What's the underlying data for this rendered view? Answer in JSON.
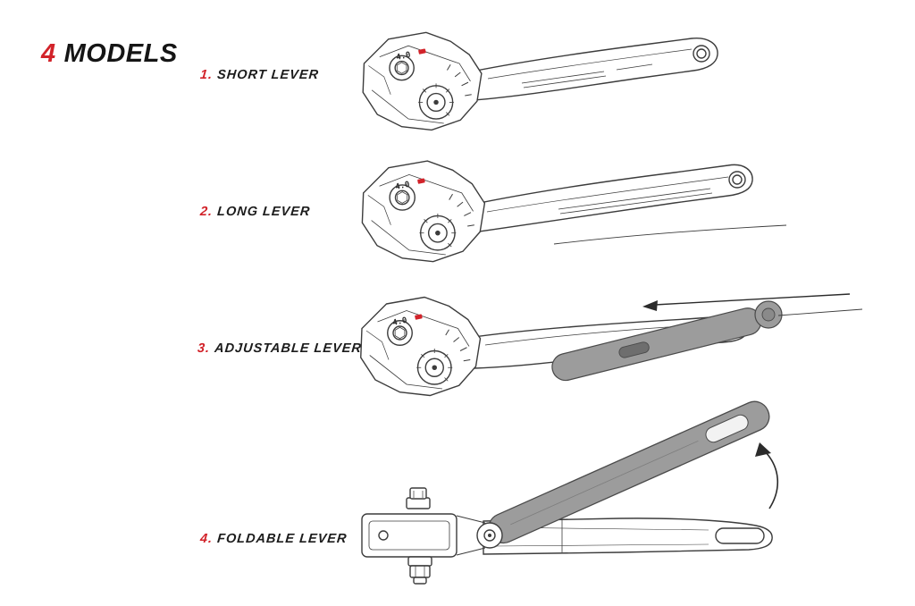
{
  "title": {
    "number": "4",
    "text": "MODELS"
  },
  "models": [
    {
      "number": "1.",
      "label": "SHORT LEVER"
    },
    {
      "number": "2.",
      "label": "LONG LEVER"
    },
    {
      "number": "3.",
      "label": "ADJUSTABLE LEVER"
    },
    {
      "number": "4.",
      "label": "FOLDABLE LEVER"
    }
  ],
  "lever_marking": "4.0",
  "icons": {
    "adjust_arrow": "left-arrow",
    "fold_arrow": "curved-up-arrow"
  },
  "colors": {
    "accent_red": "#d2232a",
    "ink": "#3c3c3c",
    "shaded_gray": "#9c9c9c",
    "background": "#ffffff"
  }
}
